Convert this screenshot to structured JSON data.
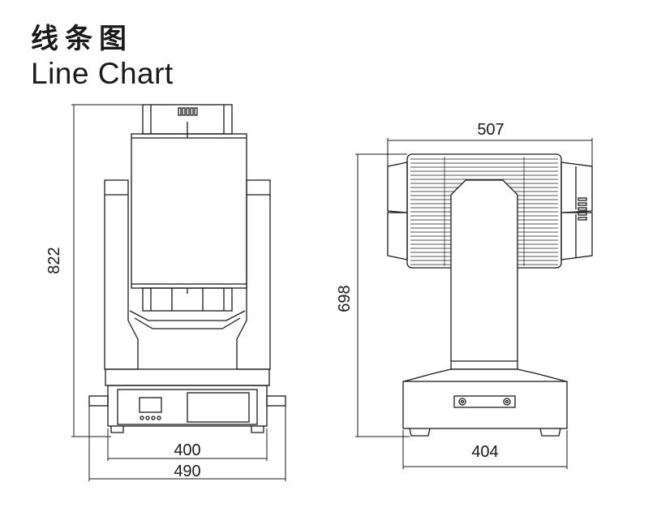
{
  "header": {
    "title_cn": "线条图",
    "title_en": "Line Chart"
  },
  "front_view": {
    "height_label": "822",
    "inner_width_label": "400",
    "outer_width_label": "490"
  },
  "side_view": {
    "top_width_label": "507",
    "height_label": "698",
    "base_width_label": "404"
  },
  "colors": {
    "line": "#1a1a1a",
    "background": "#ffffff"
  }
}
